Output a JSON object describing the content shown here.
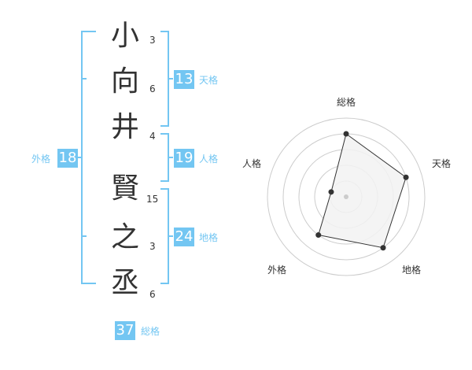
{
  "name_chars": [
    "小",
    "向",
    "井",
    "賢",
    "之",
    "丞"
  ],
  "strokes": [
    "3",
    "6",
    "4",
    "15",
    "3",
    "6"
  ],
  "fortunes": {
    "tenkaku": {
      "value": "13",
      "label": "天格"
    },
    "jinkaku": {
      "value": "19",
      "label": "人格"
    },
    "chikaku": {
      "value": "24",
      "label": "地格"
    },
    "gaikaku": {
      "value": "18",
      "label": "外格"
    },
    "soukaku": {
      "value": "37",
      "label": "総格"
    }
  },
  "radar": {
    "labels": {
      "top": "総格",
      "right": "天格",
      "bottom_right": "地格",
      "bottom_left": "外格",
      "left": "人格"
    },
    "levels": 5,
    "values": [
      4,
      4,
      4,
      3,
      1
    ]
  },
  "colors": {
    "accent": "#73c6f2",
    "text": "#333333",
    "grid": "#cccccc",
    "fill": "#f2f2f2"
  }
}
